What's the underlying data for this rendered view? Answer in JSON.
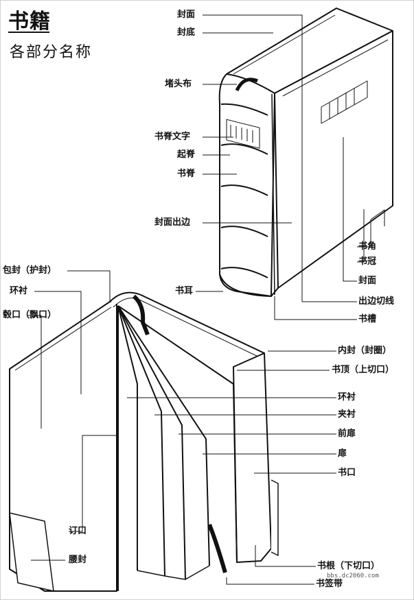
{
  "title": {
    "main": "书籍",
    "sub": "各部分名称"
  },
  "labels_top": {
    "cover": "封面",
    "back_cover": "封底",
    "headband": "堵头布",
    "spine_text": "书脊文字",
    "raised_band": "起脊",
    "spine": "书脊",
    "cover_overhang": "封面出边",
    "ear": "书耳",
    "corner": "书角",
    "crown": "书冠",
    "cover_right": "封面",
    "overhang_edge_line": "出边切线",
    "groove": "书槽"
  },
  "labels_bottom": {
    "jacket": "包封（护封）",
    "endpaper_left": "环衬",
    "fore_edge": "毂口（飘口）",
    "inner_cover": "内封（封圈）",
    "top_edge": "书顶（上切口）",
    "endpaper_right": "环衬",
    "interleaf": "夹衬",
    "front_flyleaf": "前扉",
    "flyleaf": "扉",
    "book_mouth": "书口",
    "binding_edge": "订口",
    "belly_band": "腰封",
    "bottom_edge": "书根（下切口）",
    "bookmark": "书签带"
  },
  "watermark": "bbs.dc2060.com"
}
